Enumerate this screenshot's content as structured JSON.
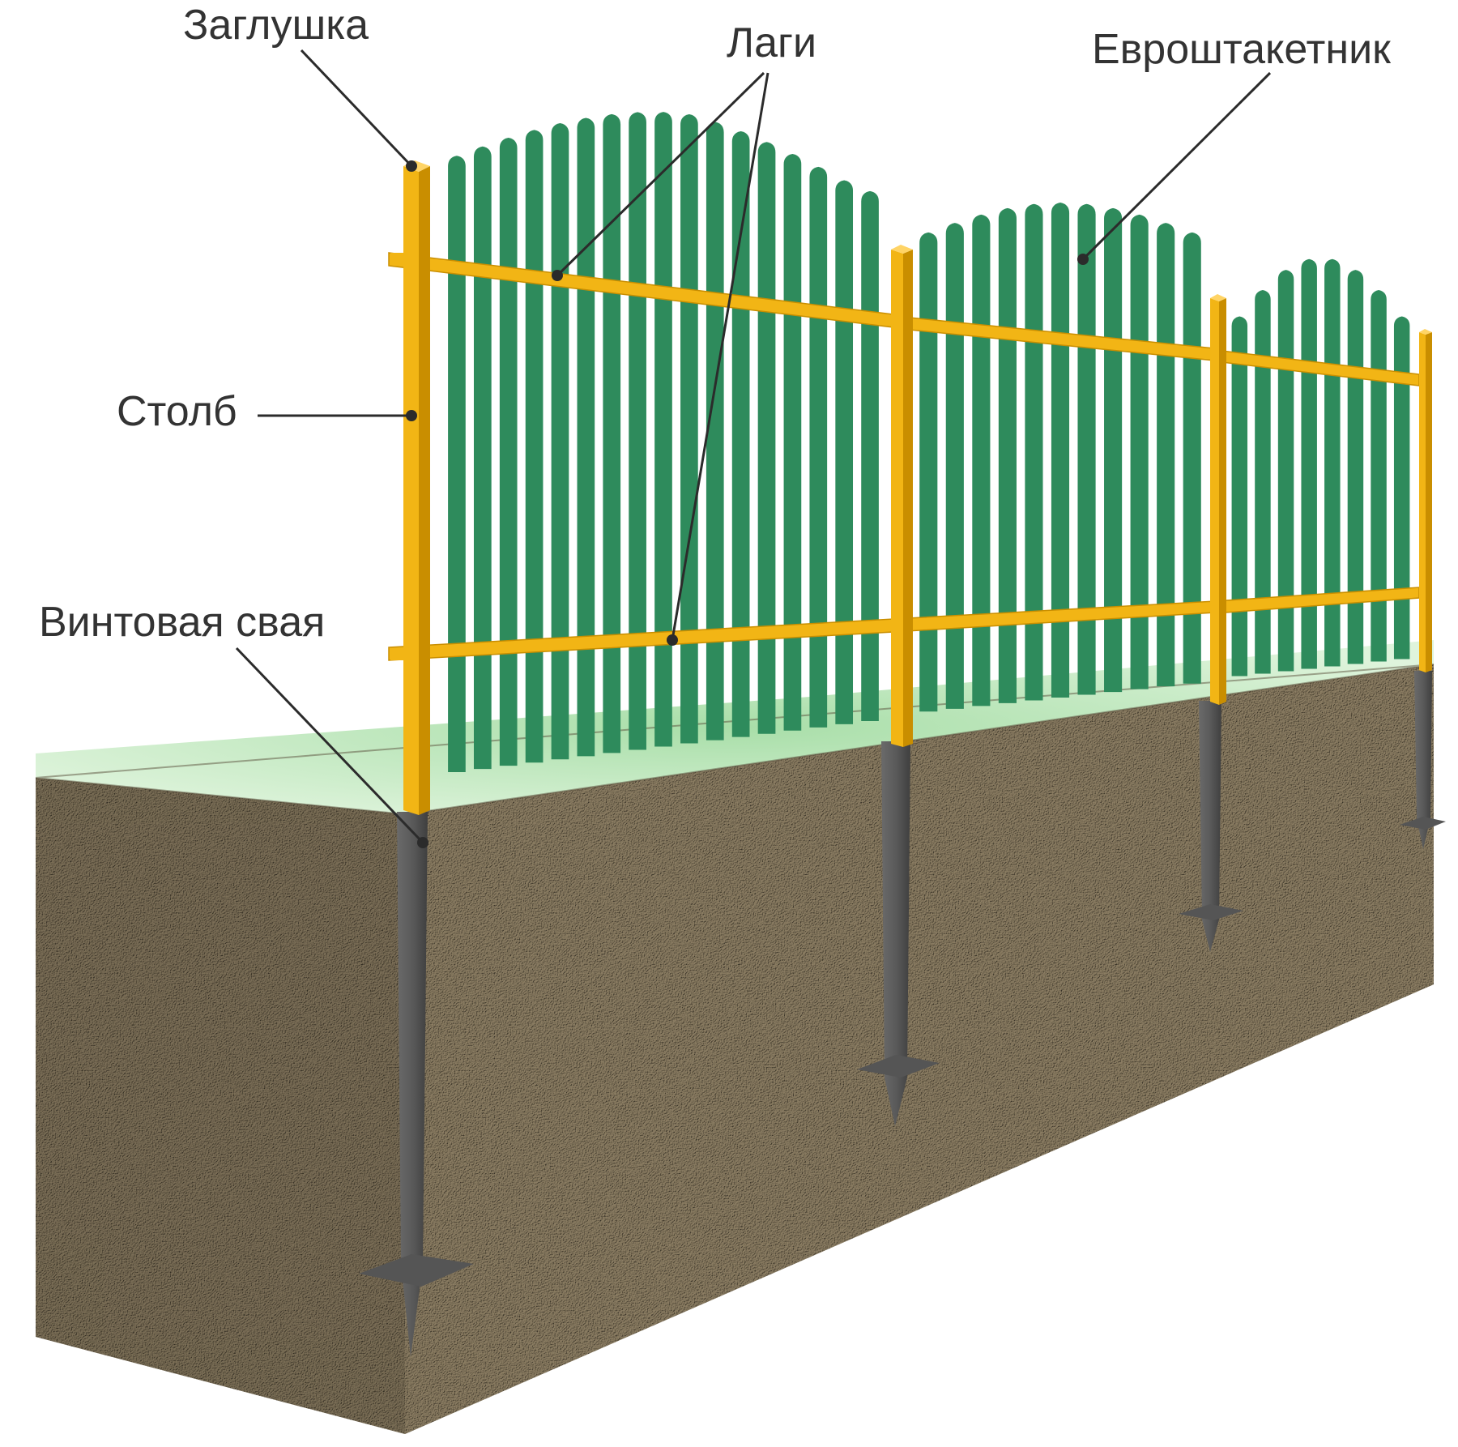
{
  "labels": {
    "cap": "Заглушка",
    "rails": "Лаги",
    "picket": "Евроштакетник",
    "post": "Столб",
    "screw_pile": "Винтовая свая"
  },
  "colors": {
    "picket_green": "#2e8b5c",
    "post_yellow": "#f5b815",
    "pile_gray": "#5b5b5b",
    "soil": "#7d7058",
    "grass": "#b9e6b9"
  }
}
